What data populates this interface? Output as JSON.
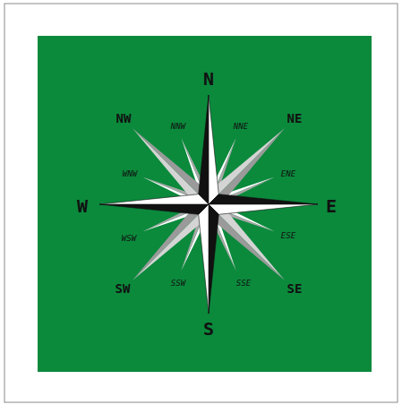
{
  "diagram": {
    "labels": [
      "N",
      "NW",
      "NNW",
      "NNE",
      "NE",
      "WNW",
      "ENE",
      "W",
      "E",
      "WSW",
      "ESE",
      "SW",
      "SSW",
      "SSE",
      "SE",
      "S"
    ]
  }
}
